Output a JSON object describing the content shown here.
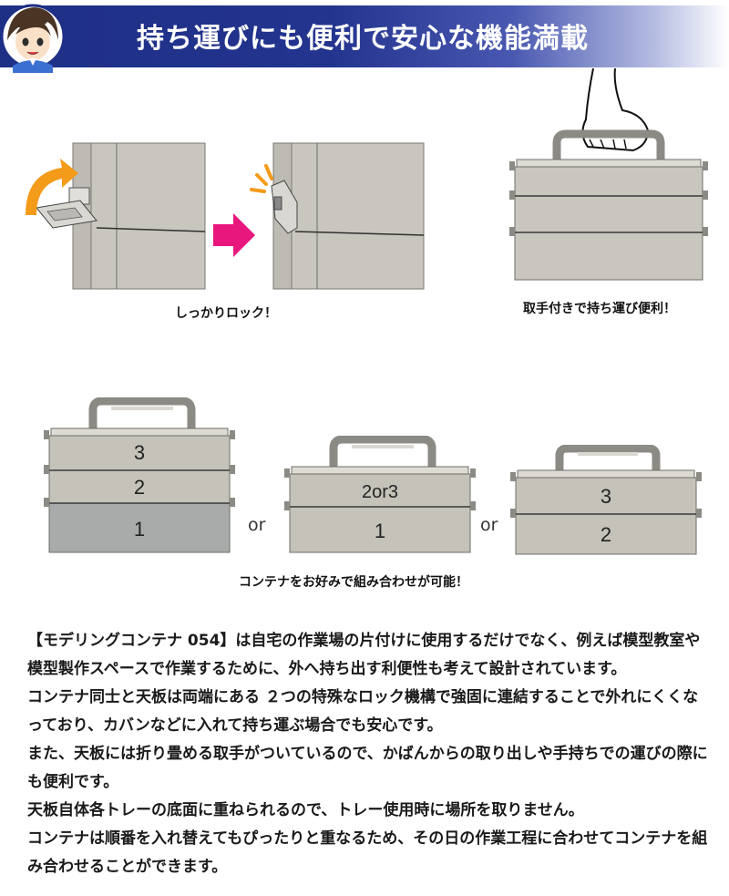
{
  "banner": {
    "title": "持ち運びにも便利で安心な機能満載"
  },
  "top_left": {
    "caption": "しっかりロック！"
  },
  "top_right": {
    "caption": "取手付きで持ち運び便利！"
  },
  "stack_three": {
    "labels": [
      "3",
      "2",
      "1"
    ]
  },
  "stack_two_bottom": {
    "labels": [
      "2or3",
      "1"
    ]
  },
  "stack_two_top": {
    "labels": [
      "3",
      "2"
    ]
  },
  "or_labels": [
    "or",
    "or"
  ],
  "middle_caption": "コンテナをお好みで組み合わせが可能！",
  "paragraphs": [
    "【モデリングコンテナ 054】は自宅の作業場の片付けに使用するだけでなく、例えば模型教室や模型製作スペースで作業するために、外へ持ち出す利便性も考えて設計されています。",
    "コンテナ同士と天板は両端にある ２つの特殊なロック機構で強固に連結することで外れにくくなっており、カバンなどに入れて持ち運ぶ場合でも安心です。",
    "また、天板には折り畳める取手がついているので、かばんからの取り出しや手持ちでの運びの際にも便利です。",
    "天板自体各トレーの底面に重ねられるので、トレー使用時に場所を取りません。",
    "コンテナは順番を入れ替えてもぴったりと重なるため、その日の作業工程に合わせてコンテナを組み合わせることができます。"
  ],
  "colors": {
    "banner": "#23348e",
    "box_fill": "#c9c6bf",
    "box_bottom_tray": "#a7aaa8",
    "arrow_orange": "#f49b1a",
    "arrow_magenta": "#e8177d"
  }
}
